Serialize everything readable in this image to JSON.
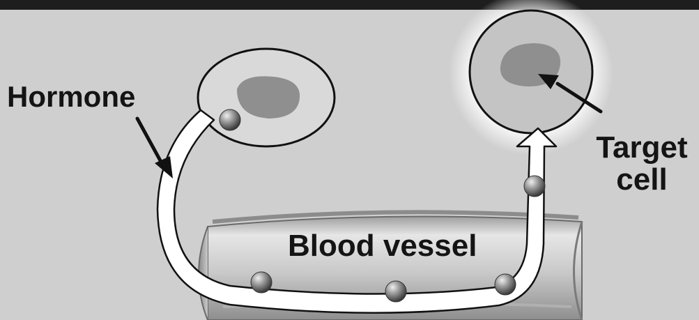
{
  "labels": {
    "hormone": "Hormone",
    "blood_vessel": "Blood vessel",
    "target_line1": "Target",
    "target_line2": "cell"
  },
  "colors": {
    "background": "#cfcfcf",
    "top_bar": "#1e1e1e",
    "cell_fill": "#d9d9d9",
    "nucleus": "#8f8f8f",
    "target_fill": "#c4c4c4",
    "glow": "#ffffff",
    "pathway": "#ffffff",
    "outline": "#111111",
    "vessel_light": "#e8e8e8",
    "vessel_dark": "#9a9a9a"
  }
}
